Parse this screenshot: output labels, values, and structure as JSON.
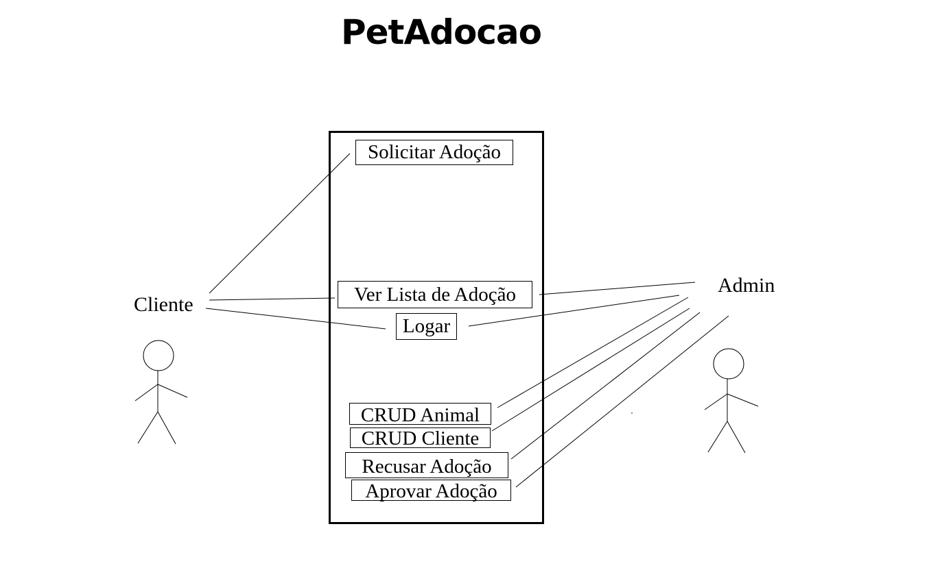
{
  "diagram": {
    "title": "PetAdocao",
    "actors": {
      "client": "Cliente",
      "admin": "Admin"
    },
    "use_cases": {
      "solicitar": "Solicitar Adoção",
      "ver_lista": "Ver Lista de Adoção",
      "logar": "Logar",
      "crud_animal": "CRUD Animal",
      "crud_cliente": "CRUD Cliente",
      "recusar": "Recusar Adoção",
      "aprovar": "Aprovar Adoção"
    }
  }
}
